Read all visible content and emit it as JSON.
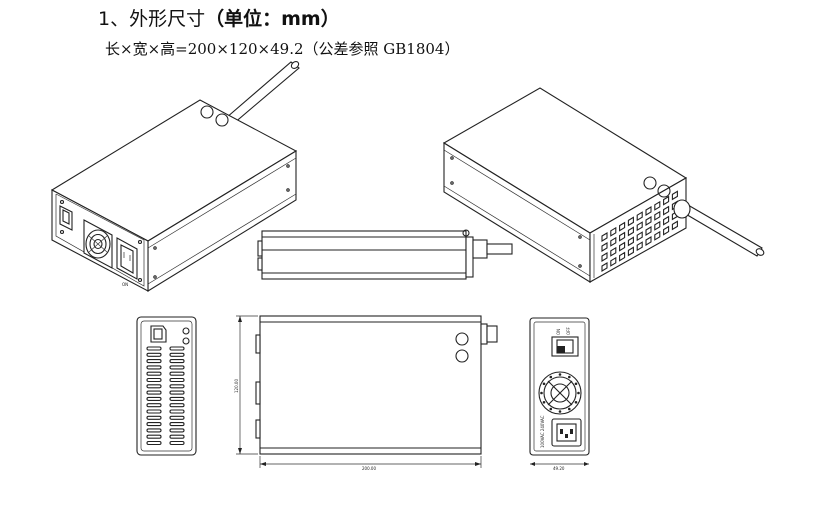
{
  "heading": {
    "number": "1、",
    "text": "外形尺寸",
    "unit_label": "（单位：mm）"
  },
  "dimensions_line": "长×宽×高=200×120×49.2（公差参照 GB1804）",
  "drawing_labels": {
    "front_length": "200.00",
    "front_height": "120.00",
    "end_width": "49.20",
    "switch_on": "ON",
    "switch_off": "OFF",
    "rating_label": "100VAC 240VAC"
  }
}
